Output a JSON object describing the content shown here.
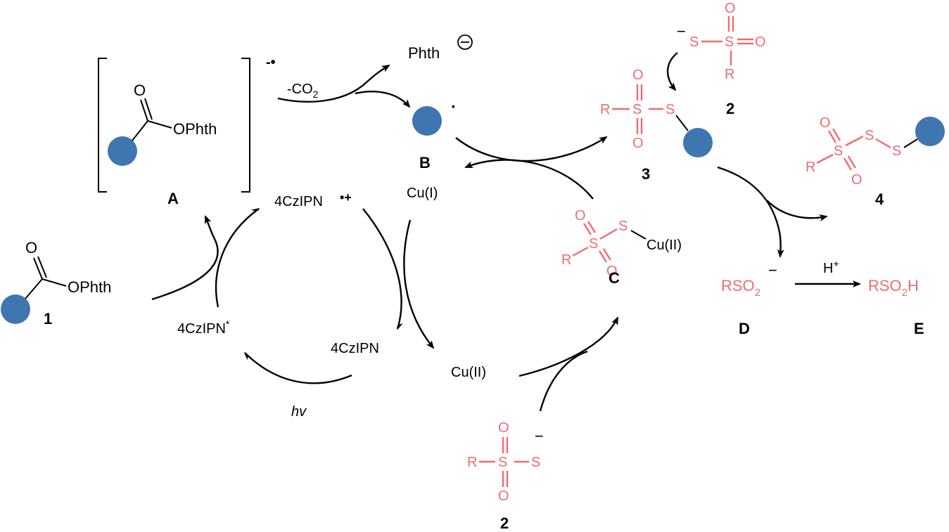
{
  "colors": {
    "pink": "#ef6b73",
    "blue": "#3f76b0",
    "black": "#000000"
  },
  "labels": {
    "A": "A",
    "B": "B",
    "C": "C",
    "D": "D",
    "E": "E",
    "c1": "1",
    "c2_top": "2",
    "c2_bottom": "2",
    "c3": "3",
    "c4": "4"
  },
  "text": {
    "ophth": "OPhth",
    "o": "O",
    "s": "S",
    "r": "R",
    "minus": "−",
    "radical_anion": "-•",
    "radical_dot": "·",
    "radical_cation": "•+",
    "phth": "Phth",
    "phth_charge": "−",
    "co2_loss": "-CO",
    "co2_sub": "2",
    "czipn": "4CzIPN",
    "star": "*",
    "hv": "hv",
    "cu1": "Cu(I)",
    "cu2": "Cu(II)",
    "rso2_main": "RSO",
    "rso2_sub": "2",
    "rso2h_main": "RSO",
    "rso2h_sub": "2",
    "rso2h_tail": "H",
    "h_plus": "H",
    "plus": "+"
  }
}
